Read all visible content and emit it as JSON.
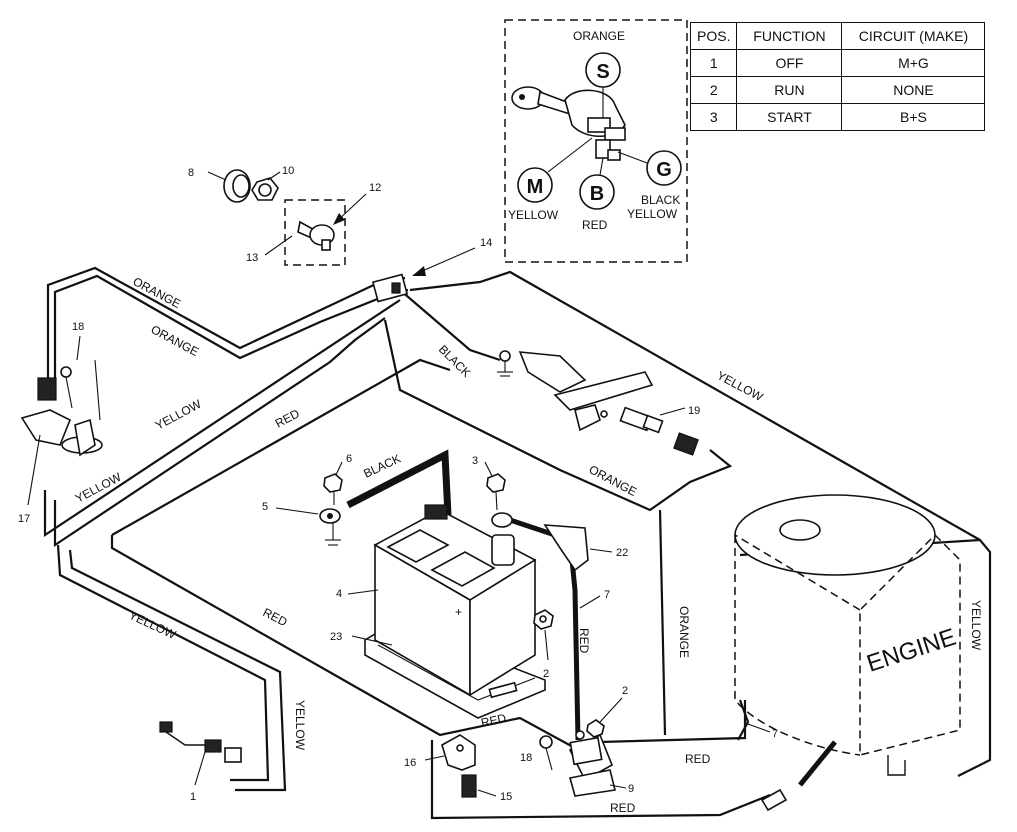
{
  "switch_inset": {
    "wire_top": "ORANGE",
    "terminals": {
      "s": "S",
      "m": "M",
      "b": "B",
      "g": "G"
    },
    "wire_m": "YELLOW",
    "wire_b": "RED",
    "wire_g1": "BLACK",
    "wire_g2": "YELLOW"
  },
  "table": {
    "headers": [
      "POS.",
      "FUNCTION",
      "CIRCUIT (MAKE)"
    ],
    "rows": [
      [
        "1",
        "OFF",
        "M+G"
      ],
      [
        "2",
        "RUN",
        "NONE"
      ],
      [
        "3",
        "START",
        "B+S"
      ]
    ]
  },
  "wire_labels": {
    "orange_1": "ORANGE",
    "orange_2": "ORANGE",
    "orange_3": "ORANGE",
    "orange_4": "ORANGE",
    "yellow_1": "YELLOW",
    "yellow_2": "YELLOW",
    "yellow_3": "YELLOW",
    "yellow_4": "YELLOW",
    "yellow_5": "YELLOW",
    "yellow_6": "YELLOW",
    "red_1": "RED",
    "red_2": "RED",
    "red_3": "RED",
    "red_4": "RED",
    "red_5": "RED",
    "red_6": "RED",
    "black_1": "BLACK",
    "black_2": "BLACK"
  },
  "engine_label": "ENGINE",
  "part_numbers": {
    "p1": "1",
    "p2a": "2",
    "p2b": "2",
    "p3": "3",
    "p4": "4",
    "p5": "5",
    "p6": "6",
    "p7a": "7",
    "p7b": "7",
    "p8": "8",
    "p9": "9",
    "p10": "10",
    "p12": "12",
    "p13": "13",
    "p14": "14",
    "p15": "15",
    "p16": "16",
    "p17": "17",
    "p18a": "18",
    "p18b": "18",
    "p19": "19",
    "p22": "22",
    "p23": "23"
  }
}
